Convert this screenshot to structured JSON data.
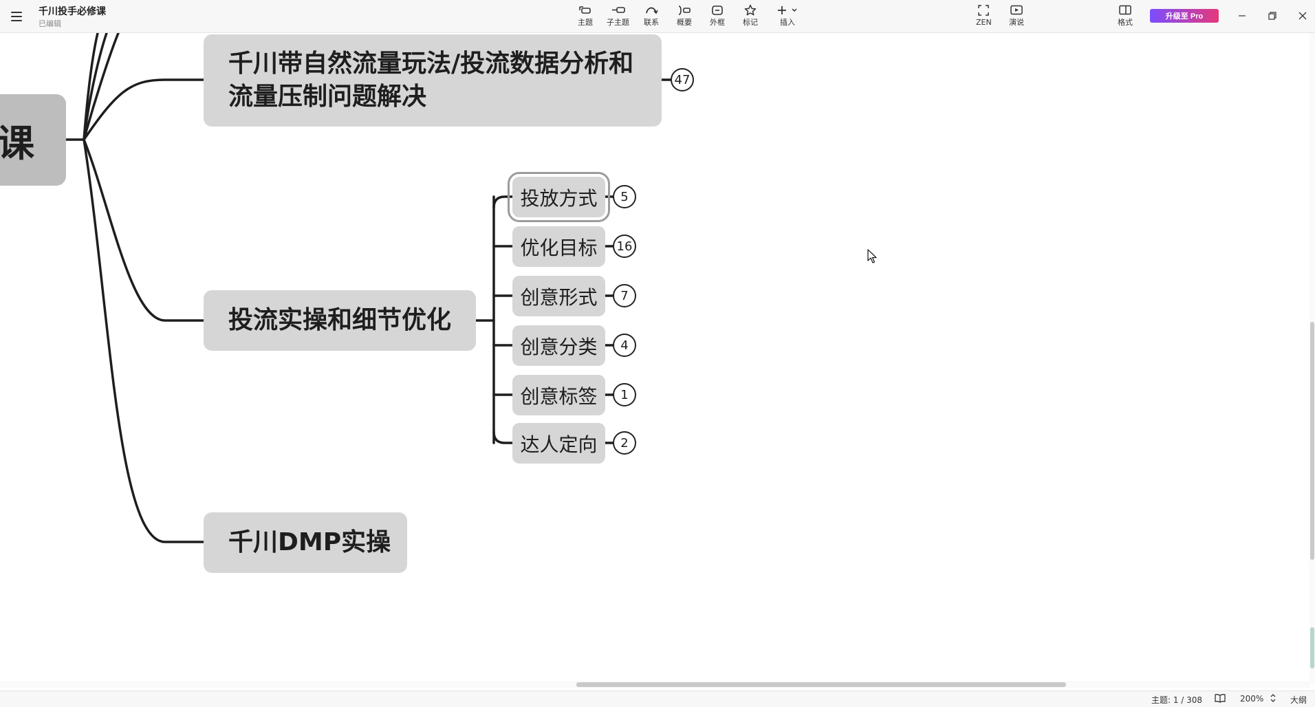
{
  "header": {
    "title": "千川投手必修课",
    "status": "已编辑",
    "upgrade_label": "升级至 Pro"
  },
  "toolbar": {
    "topic": "主题",
    "subtopic": "子主题",
    "relation": "联系",
    "summary": "概要",
    "boundary": "外框",
    "marker": "标记",
    "insert": "插入",
    "zen": "ZEN",
    "present": "演说",
    "format": "格式"
  },
  "mindmap": {
    "root_label": "课",
    "branch1": {
      "line1": "千川带自然流量玩法/投流数据分析和",
      "line2": "流量压制问题解决",
      "count": "47"
    },
    "branch2": {
      "label": "投流实操和细节优化",
      "children": [
        {
          "label": "投放方式",
          "count": "5"
        },
        {
          "label": "优化目标",
          "count": "16"
        },
        {
          "label": "创意形式",
          "count": "7"
        },
        {
          "label": "创意分类",
          "count": "4"
        },
        {
          "label": "创意标签",
          "count": "1"
        },
        {
          "label": "达人定向",
          "count": "2"
        }
      ]
    },
    "branch3": {
      "label": "千川DMP实操"
    }
  },
  "statusbar": {
    "topic_count": "主题: 1 / 308",
    "zoom": "200%",
    "outline": "大纲"
  },
  "colors": {
    "node_fill": "#d6d6d6",
    "root_fill": "#bdbdbd",
    "line": "#1e1e1e",
    "pro_gradient_start": "#7b4dff",
    "pro_gradient_end": "#e6387a"
  }
}
